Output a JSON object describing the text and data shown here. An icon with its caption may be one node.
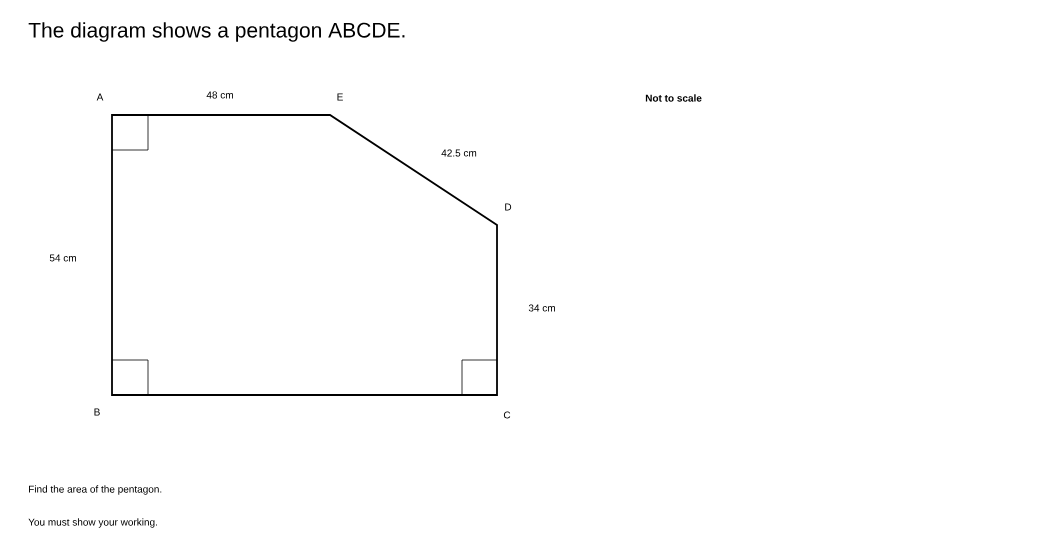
{
  "diagram": {
    "title": "The diagram shows a pentagon ABCDE.",
    "labels": [
      "A",
      "48 cm",
      "E",
      "Not to scale",
      "42.5 cm",
      "D",
      "54 cm",
      "34 cm",
      "B",
      "C",
      "Find the area of the pentagon.",
      "You must show your working."
    ]
  }
}
